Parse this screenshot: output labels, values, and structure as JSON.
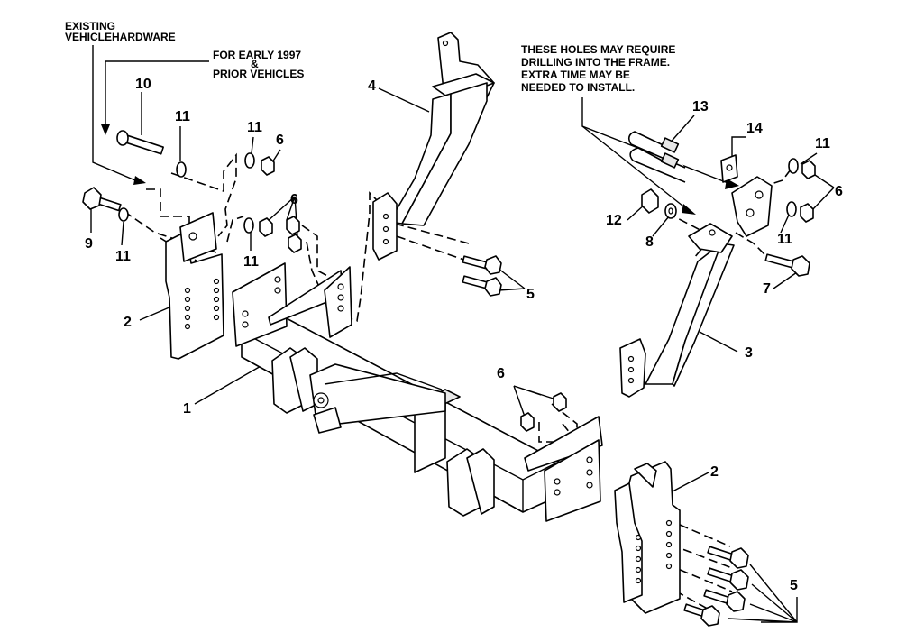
{
  "notes": {
    "existing_hardware": [
      "EXISTING",
      "VEHICLEHARDWARE"
    ],
    "early_vehicles": [
      "FOR EARLY 1997",
      "&",
      "PRIOR VEHICLES"
    ],
    "drilling": [
      "THESE HOLES MAY REQUIRE",
      "DRILLING INTO THE FRAME.",
      "EXTRA TIME MAY BE",
      "NEEDED TO INSTALL."
    ]
  },
  "callouts": {
    "c10": "10",
    "c11a": "11",
    "c6a": "6",
    "c11b": "11",
    "c6b": "6",
    "c9": "9",
    "c11c": "11",
    "c11d": "11",
    "c4": "4",
    "c2a": "2",
    "c1": "1",
    "c5a": "5",
    "c13": "13",
    "c14": "14",
    "c11e": "11",
    "c6c": "6",
    "c12": "12",
    "c8": "8",
    "c11f": "11",
    "c7": "7",
    "c3": "3",
    "c6d": "6",
    "c2b": "2",
    "c5b": "5"
  }
}
